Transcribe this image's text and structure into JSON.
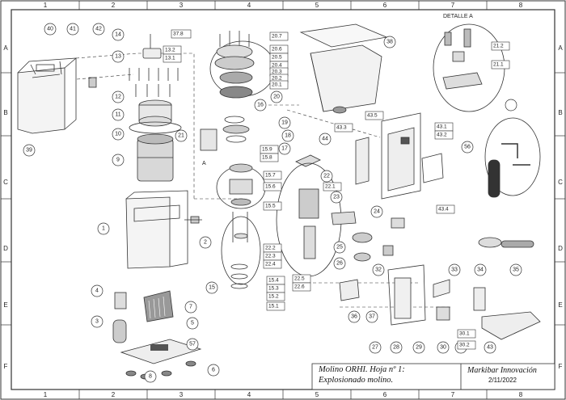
{
  "grid": {
    "columns": [
      "1",
      "2",
      "3",
      "4",
      "5",
      "6",
      "7",
      "8"
    ],
    "rows": [
      "A",
      "B",
      "C",
      "D",
      "E",
      "F"
    ]
  },
  "detail_label": "DETALLE A",
  "detail_ref": "A",
  "callouts": [
    "40",
    "41",
    "42",
    "14",
    "13",
    "12",
    "11",
    "10",
    "9",
    "39",
    "1",
    "2",
    "4",
    "7",
    "3",
    "5",
    "57",
    "6",
    "8",
    "21",
    "15",
    "16",
    "17",
    "18",
    "19",
    "20",
    "38",
    "44",
    "22",
    "23",
    "24",
    "25",
    "26",
    "32",
    "33",
    "34",
    "35",
    "36",
    "37",
    "27",
    "28",
    "29",
    "30",
    "31",
    "43",
    "56"
  ],
  "boxed_labels": [
    "37.8",
    "20.7",
    "20.6",
    "20.5",
    "20.4",
    "20.3",
    "20.2",
    "20.1",
    "13.2",
    "13.1",
    "21.2",
    "21.1",
    "15.9",
    "15.8",
    "15.7",
    "15.6",
    "15.5",
    "15.4",
    "15.3",
    "15.2",
    "15.1",
    "43.5",
    "43.3",
    "43.1",
    "43.2",
    "43.4",
    "22.1",
    "22.2",
    "22.3",
    "22.4",
    "22.5",
    "22.6",
    "30.1",
    "30.2"
  ],
  "title_block": {
    "drawing_title": "Molino ORHI. Hoja nº 1:",
    "drawing_subtitle": "Explosionado molino.",
    "company": "Markibar Innovación",
    "date": "2/11/2022"
  }
}
